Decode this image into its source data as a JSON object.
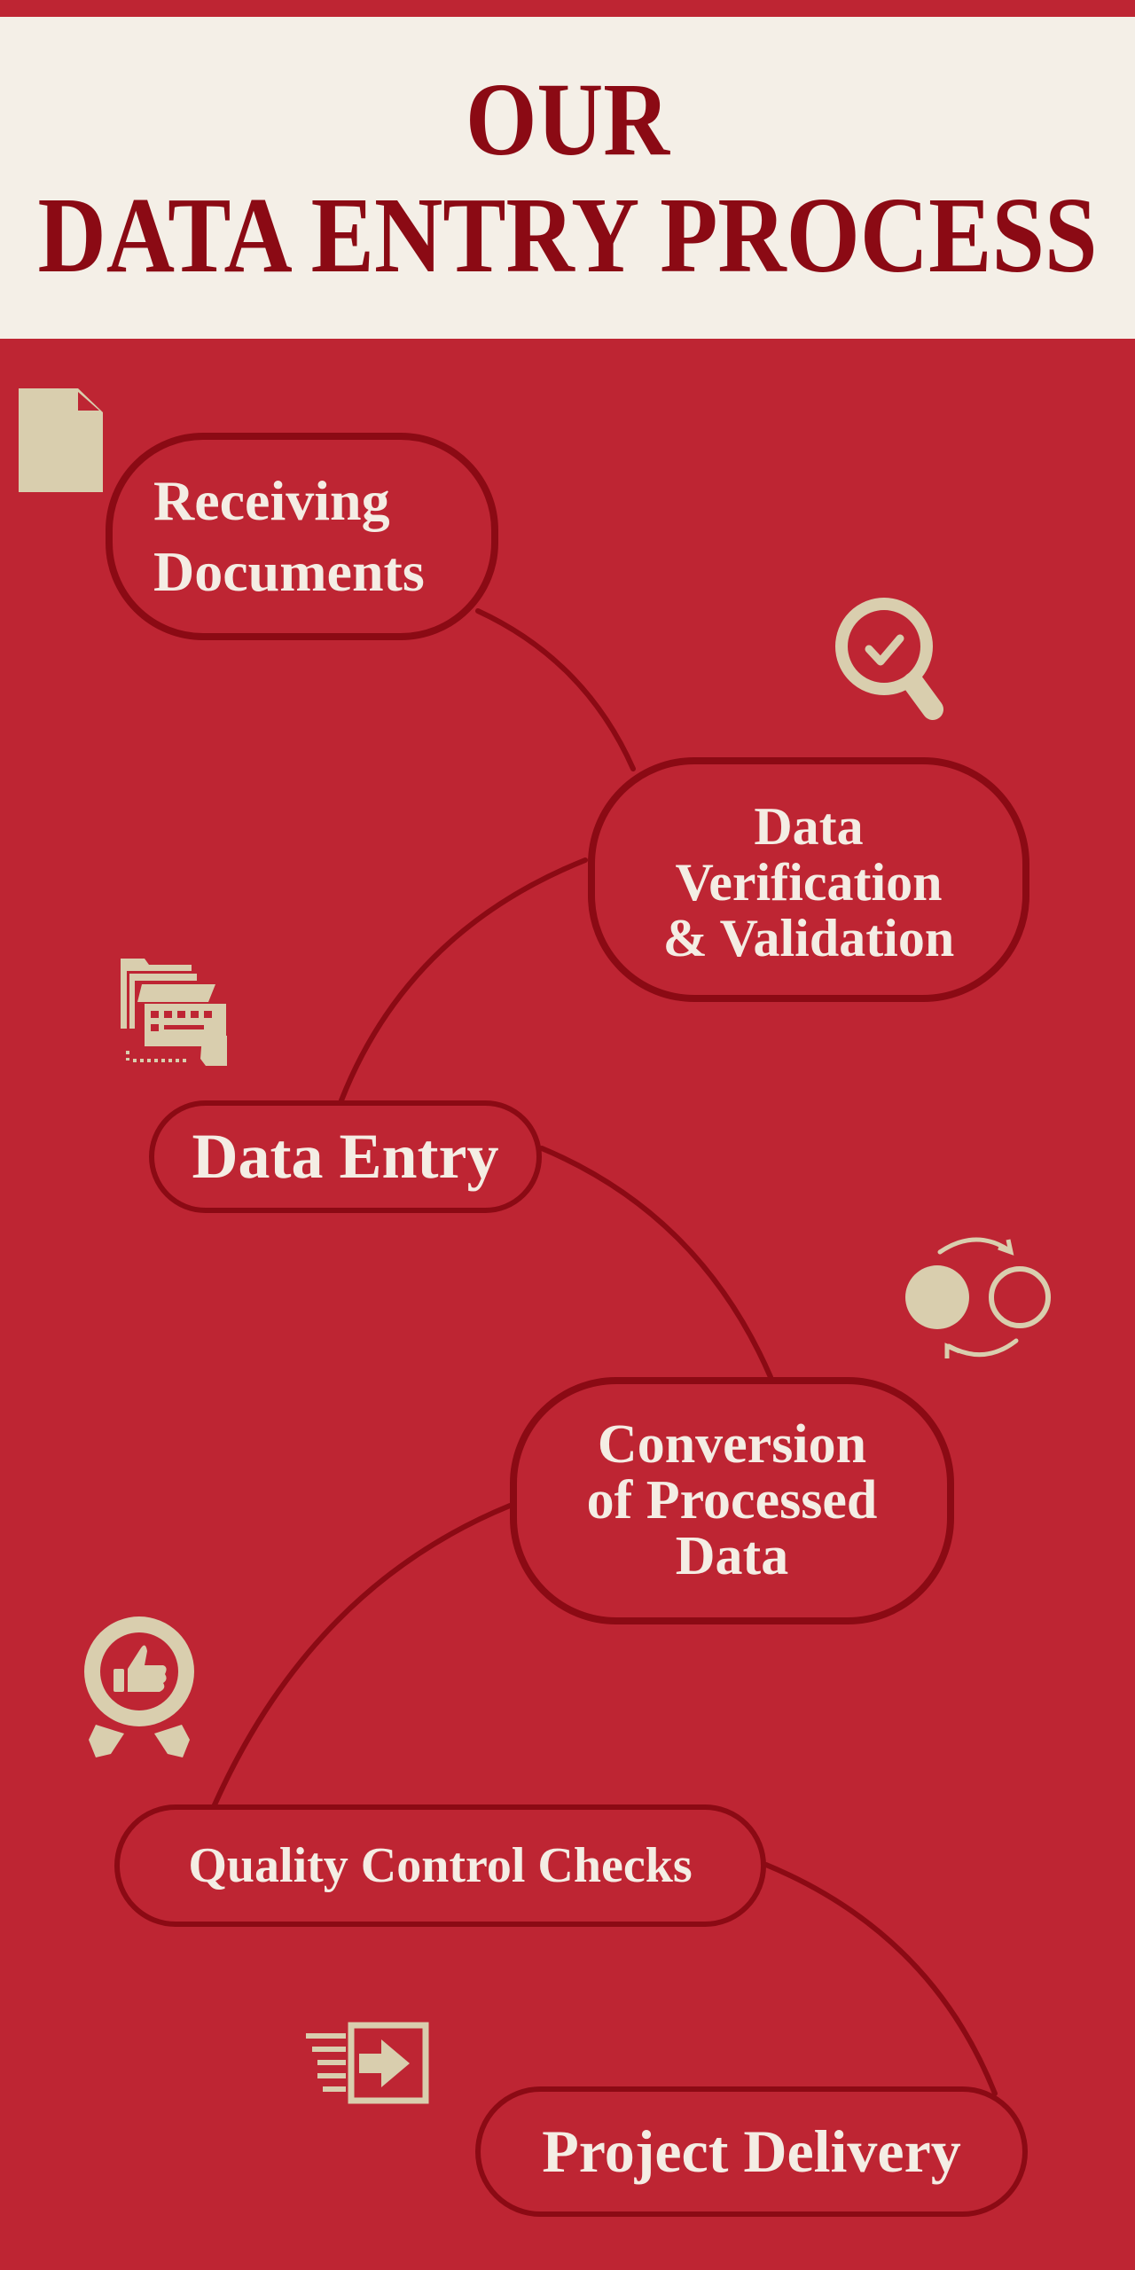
{
  "header": {
    "title_line1": "OUR",
    "title_line2": "DATA ENTRY PROCESS"
  },
  "colors": {
    "background": "#be2533",
    "header_background": "#f4efe7",
    "title": "#8b0a14",
    "pill_border": "#8b0a14",
    "pill_text": "#f4ede4",
    "icon": "#d9ceae"
  },
  "steps": [
    {
      "lines": [
        "Receiving",
        "Documents"
      ],
      "icon": "document-icon"
    },
    {
      "lines": [
        "Data",
        "Verification",
        "& Validation"
      ],
      "icon": "magnifier-check-icon"
    },
    {
      "lines": [
        "Data Entry"
      ],
      "icon": "folder-keyboard-icon"
    },
    {
      "lines": [
        "Conversion",
        "of Processed",
        "Data"
      ],
      "icon": "exchange-circles-icon"
    },
    {
      "lines": [
        "Quality Control Checks"
      ],
      "icon": "award-thumbs-up-icon"
    },
    {
      "lines": [
        "Project Delivery"
      ],
      "icon": "delivery-arrow-icon"
    }
  ]
}
